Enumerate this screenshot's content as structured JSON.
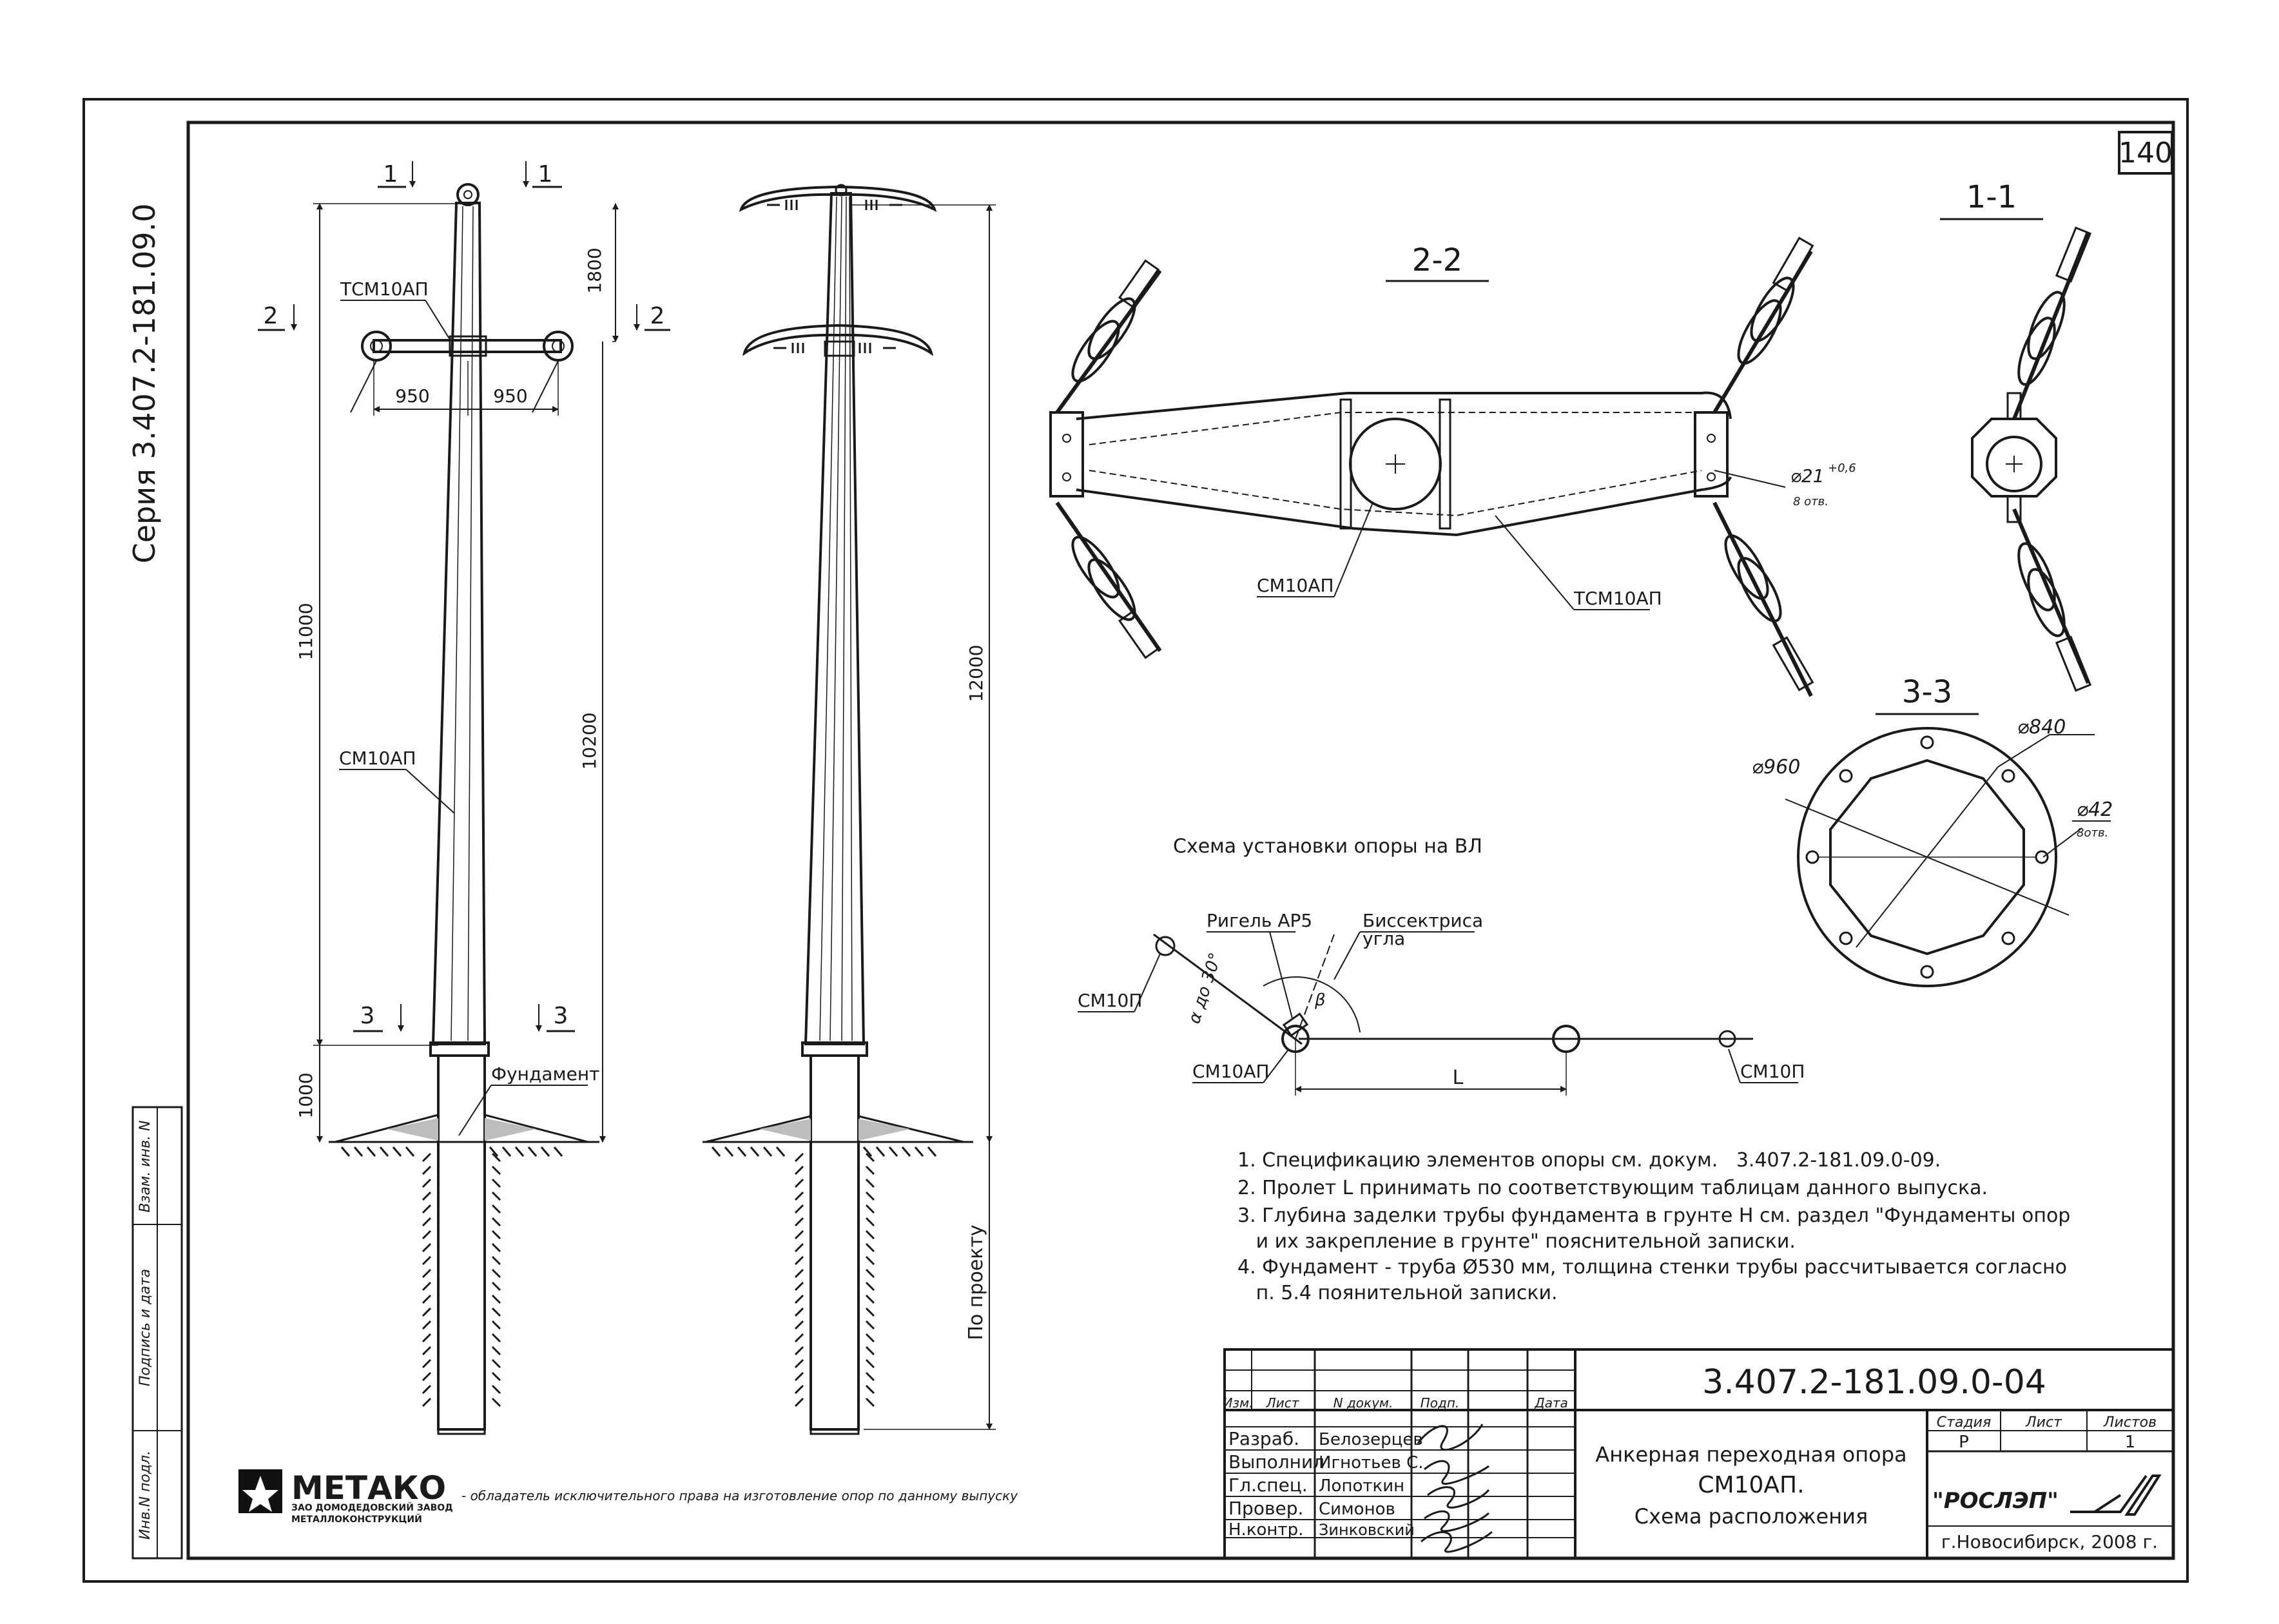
{
  "sheet": {
    "number": "140",
    "series": "Серия 3.407.2-181.09.0",
    "side_stamp": [
      "Инв.N подл.",
      "Подпись и дата",
      "Взам. инв. N"
    ]
  },
  "view_front": {
    "cut_1_left": "1",
    "cut_1_right": "1",
    "cut_2_left": "2",
    "cut_2_right": "2",
    "cut_3_left": "3",
    "cut_3_right": "3",
    "crossarm_label": "ТСМ10АП",
    "dim_950_left": "950",
    "dim_950_right": "950",
    "dim_1800": "1800",
    "dim_11000": "11000",
    "dim_10200": "10200",
    "dim_1000": "1000",
    "pole_label": "СМ10АП",
    "foundation_label": "Фундамент"
  },
  "view_side": {
    "dim_12000": "12000",
    "dim_by_project": "По проекту"
  },
  "section_22": {
    "title": "2-2",
    "pole_label": "СМ10АП",
    "crossarm_label": "ТСМ10АП",
    "hole_dia": "⌀21",
    "hole_tol": "+0,6",
    "hole_count": "8 отв."
  },
  "section_11": {
    "title": "1-1"
  },
  "section_33": {
    "title": "3-3",
    "dia_outer": "⌀960",
    "dia_bolt": "⌀840",
    "dia_hole": "⌀42",
    "hole_count": "8отв."
  },
  "layout_scheme": {
    "title": "Схема установки опоры на ВЛ",
    "rigel": "Ригель АР5",
    "bisector_1": "Биссектриса",
    "bisector_2": "угла",
    "pole_cm10p_left": "СМ10П",
    "angle": "α до 30°",
    "beta": "β",
    "pole_cm10ap": "СМ10АП",
    "span": "L",
    "pole_cm10p_right": "СМ10П"
  },
  "notes": [
    "1. Спецификацию элементов опоры см. докум.   3.407.2-181.09.0-09.",
    "2. Пролет L принимать по соответствующим таблицам данного выпуска.",
    "3. Глубина заделки трубы фундамента в грунте H см. раздел \"Фундаменты опор",
    "   и их закрепление в грунте\" пояснительной записки.",
    "4. Фундамент - труба Ø530 мм, толщина стенки трубы рассчитывается согласно",
    "   п. 5.4 поянительной записки."
  ],
  "title_block": {
    "doc_code": "3.407.2-181.09.0-04",
    "head_izm": "Изм.",
    "head_list": "Лист",
    "head_ndoc": "N докум.",
    "head_podp": "Подп.",
    "head_data": "Дата",
    "roles": [
      {
        "role": "Разраб.",
        "name": "Белозерцев"
      },
      {
        "role": "Выполнил",
        "name": "Игнотьев С."
      },
      {
        "role": "Гл.спец.",
        "name": "Лопоткин"
      },
      {
        "role": "Провер.",
        "name": "Симонов"
      },
      {
        "role": "Н.контр.",
        "name": "Зинковский"
      }
    ],
    "title_1": "Анкерная переходная опора",
    "title_2": "СМ10АП.",
    "title_3": "Схема расположения",
    "stage_head": "Стадия",
    "sheet_head": "Лист",
    "sheets_head": "Листов",
    "stage": "Р",
    "sheet": "",
    "sheets": "1",
    "org": "\"РОСЛЭП\"",
    "city": "г.Новосибирск, 2008 г."
  },
  "metako": {
    "name": "МЕТАКО",
    "sub1": "ЗАО ДОМОДЕДОВСКИЙ ЗАВОД",
    "sub2": "МЕТАЛЛОКОНСТРУКЦИЙ",
    "rights": "- обладатель исключительного права на изготовление опор по данному выпуску"
  }
}
